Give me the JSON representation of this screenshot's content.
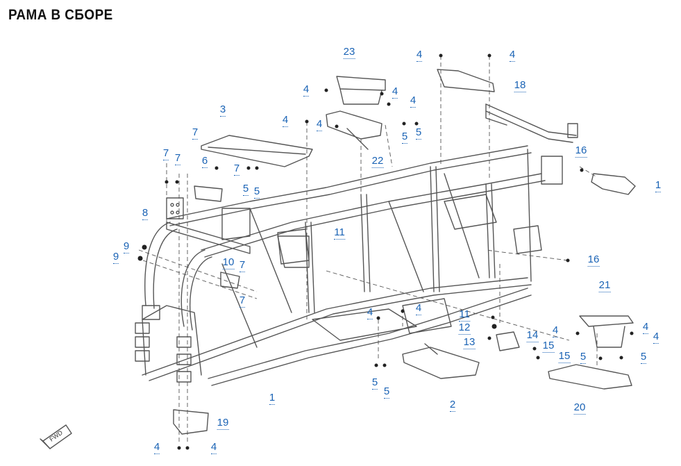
{
  "title": "РАМА В СБОРЕ",
  "fwd_label": "FWD",
  "colors": {
    "line": "#555555",
    "callout": "#1a63b5",
    "title": "#111111"
  },
  "callouts": [
    "23",
    "4",
    "4",
    "4",
    "4",
    "18",
    "4",
    "4",
    "4",
    "5",
    "5",
    "3",
    "7",
    "22",
    "16",
    "1",
    "7",
    "7",
    "6",
    "7",
    "5",
    "5",
    "8",
    "11",
    "9",
    "9",
    "10",
    "7",
    "16",
    "7",
    "21",
    "4",
    "4",
    "11",
    "12",
    "4",
    "4",
    "13",
    "14",
    "15",
    "15",
    "4",
    "5",
    "5",
    "5",
    "5",
    "1",
    "2",
    "20",
    "19",
    "4",
    "4"
  ]
}
